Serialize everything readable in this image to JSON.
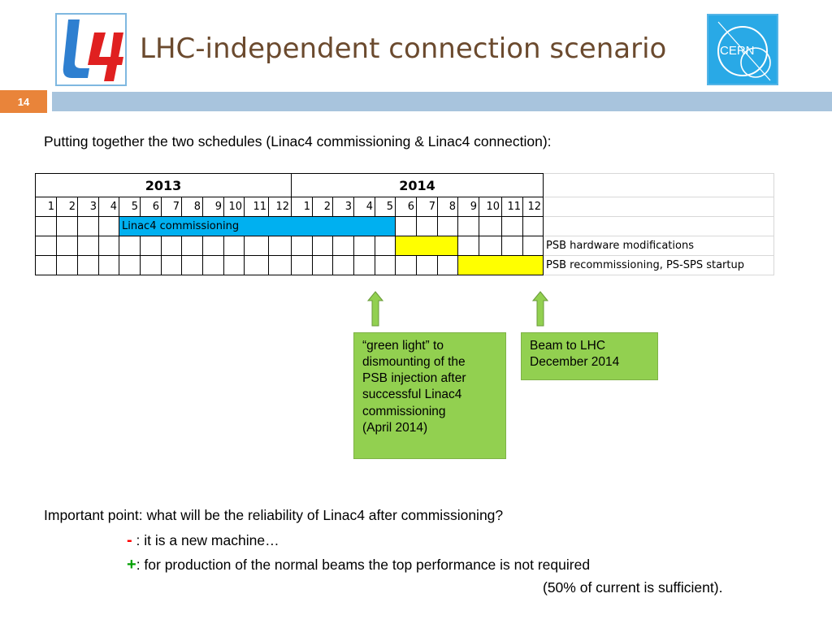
{
  "title": "LHC-independent connection scenario",
  "page_number": "14",
  "intro": "Putting together the two schedules (Linac4 commissioning & Linac4 connection):",
  "logos": {
    "left": "L4",
    "right": "CERN"
  },
  "schedule": {
    "years": [
      "2013",
      "2014"
    ],
    "months": [
      "1",
      "2",
      "3",
      "4",
      "5",
      "6",
      "7",
      "8",
      "9",
      "10",
      "11",
      "12",
      "1",
      "2",
      "3",
      "4",
      "5",
      "6",
      "7",
      "8",
      "9",
      "10",
      "11",
      "12"
    ],
    "bars": [
      {
        "label": "Linac4 commissioning",
        "start_month_index": 4,
        "end_month_index": 16,
        "color": "#00b0f0"
      },
      {
        "label": "PSB hardware modifications",
        "start_month_index": 17,
        "end_month_index": 19,
        "color": "#ffff00"
      },
      {
        "label": "PSB recommissioning, PS-SPS startup",
        "start_month_index": 20,
        "end_month_index": 23,
        "color": "#ffff00"
      }
    ]
  },
  "arrow_color": "#92d050",
  "callouts": {
    "green_light": [
      "“green light” to",
      "dismounting of the",
      "PSB injection after",
      "successful Linac4",
      "commissioning",
      "(April 2014)"
    ],
    "beam": [
      "Beam to LHC",
      "December 2014"
    ]
  },
  "question": "Important point: what will be the reliability of Linac4 after commissioning?",
  "points": [
    {
      "sign": "-",
      "text": " : it is a new machine…"
    },
    {
      "sign": "+",
      "text": ": for production of the normal beams the top performance is not required"
    }
  ],
  "note": "(50% of current is sufficient)."
}
